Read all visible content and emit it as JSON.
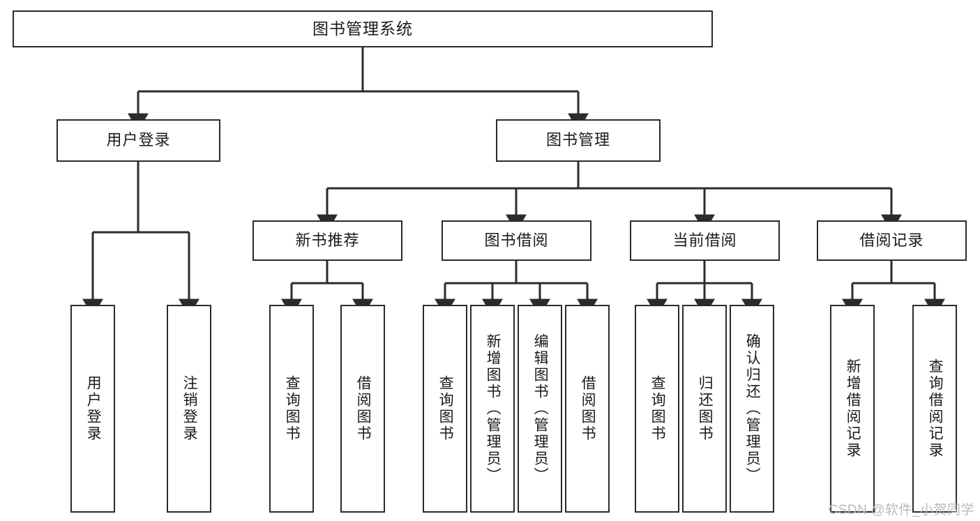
{
  "diagram": {
    "type": "tree",
    "title": "图书管理系统",
    "watermark": "CSDN @软件_小贺同学",
    "colors": {
      "border": "#2b2b2b",
      "background": "#ffffff",
      "text": "#1a1a1a",
      "edge": "#2b2b2b",
      "watermark": "#b9b9b9"
    },
    "nodes": {
      "root": {
        "label": "图书管理系统"
      },
      "level2": [
        {
          "id": "user-login",
          "label": "用户登录"
        },
        {
          "id": "book-manage",
          "label": "图书管理"
        }
      ],
      "level3": [
        {
          "id": "new-book-recommend",
          "label": "新书推荐"
        },
        {
          "id": "book-borrow",
          "label": "图书借阅"
        },
        {
          "id": "current-borrow",
          "label": "当前借阅"
        },
        {
          "id": "borrow-record",
          "label": "借阅记录"
        }
      ],
      "leaves": {
        "user-login": [
          {
            "id": "leaf-user-login",
            "label": "用户登录"
          },
          {
            "id": "leaf-logout-login",
            "label": "注销登录"
          }
        ],
        "new-book-recommend": [
          {
            "id": "leaf-query-book-1",
            "label": "查询图书"
          },
          {
            "id": "leaf-borrow-book-1",
            "label": "借阅图书"
          }
        ],
        "book-borrow": [
          {
            "id": "leaf-query-book-2",
            "label": "查询图书"
          },
          {
            "id": "leaf-add-book",
            "label": "新增图书（管理员）"
          },
          {
            "id": "leaf-edit-book",
            "label": "编辑图书（管理员）"
          },
          {
            "id": "leaf-borrow-book-2",
            "label": "借阅图书"
          }
        ],
        "current-borrow": [
          {
            "id": "leaf-query-book-3",
            "label": "查询图书"
          },
          {
            "id": "leaf-return-book",
            "label": "归还图书"
          },
          {
            "id": "leaf-confirm-return",
            "label": "确认归还（管理员）"
          }
        ],
        "borrow-record": [
          {
            "id": "leaf-add-record",
            "label": "新增借阅记录"
          },
          {
            "id": "leaf-query-record",
            "label": "查询借阅记录"
          }
        ]
      }
    }
  }
}
